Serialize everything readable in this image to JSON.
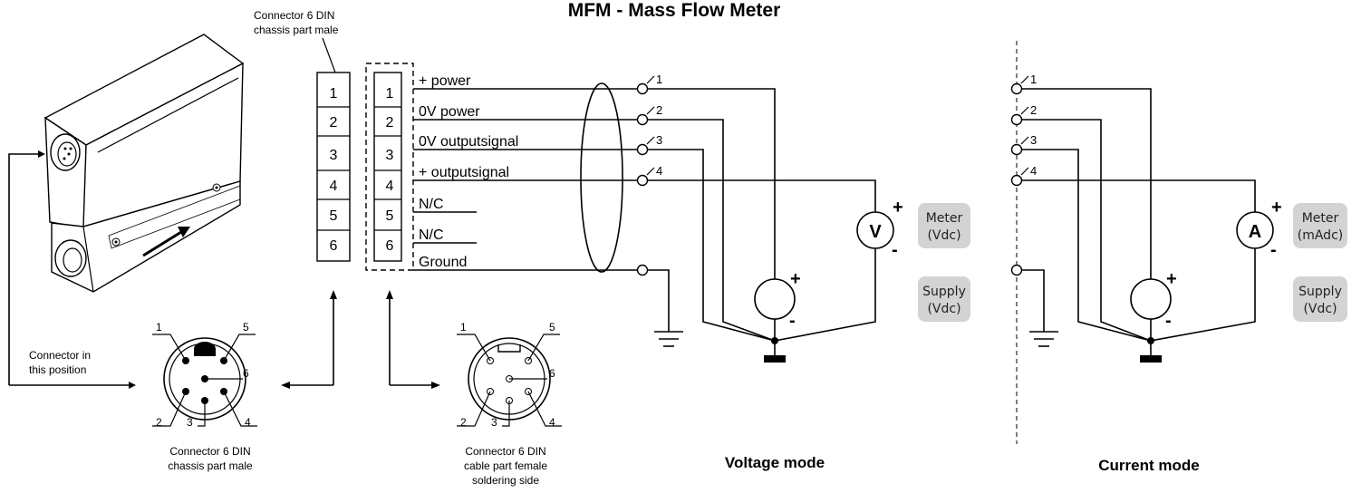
{
  "title": "MFM - Mass Flow Meter",
  "connector_top_label": [
    "Connector 6 DIN",
    "chassis part  male"
  ],
  "connector_position_label": [
    "Connector in",
    "this position"
  ],
  "male_connector_caption": [
    "Connector 6 DIN",
    "chassis part  male"
  ],
  "female_connector_caption": [
    "Connector 6 DIN",
    "cable part female",
    "soldering side"
  ],
  "pins": [
    "1",
    "2",
    "3",
    "4",
    "5",
    "6"
  ],
  "signals": [
    "+ power",
    "0V power",
    "0V outputsignal",
    "+ outputsignal",
    "N/C",
    "N/C",
    "Ground"
  ],
  "terminal_numbers": [
    "1",
    "2",
    "3",
    "4"
  ],
  "voltage_mode": {
    "label": "Voltage mode",
    "meter_symbol": "V",
    "meter_badge": [
      "Meter",
      "(Vdc)"
    ],
    "supply_badge": [
      "Supply",
      "(Vdc)"
    ]
  },
  "current_mode": {
    "label": "Current mode",
    "meter_symbol": "A",
    "meter_badge": [
      "Meter",
      "(mAdc)"
    ],
    "supply_badge": [
      "Supply",
      "(Vdc)"
    ]
  },
  "plus_sign": "+",
  "minus_sign": "-"
}
